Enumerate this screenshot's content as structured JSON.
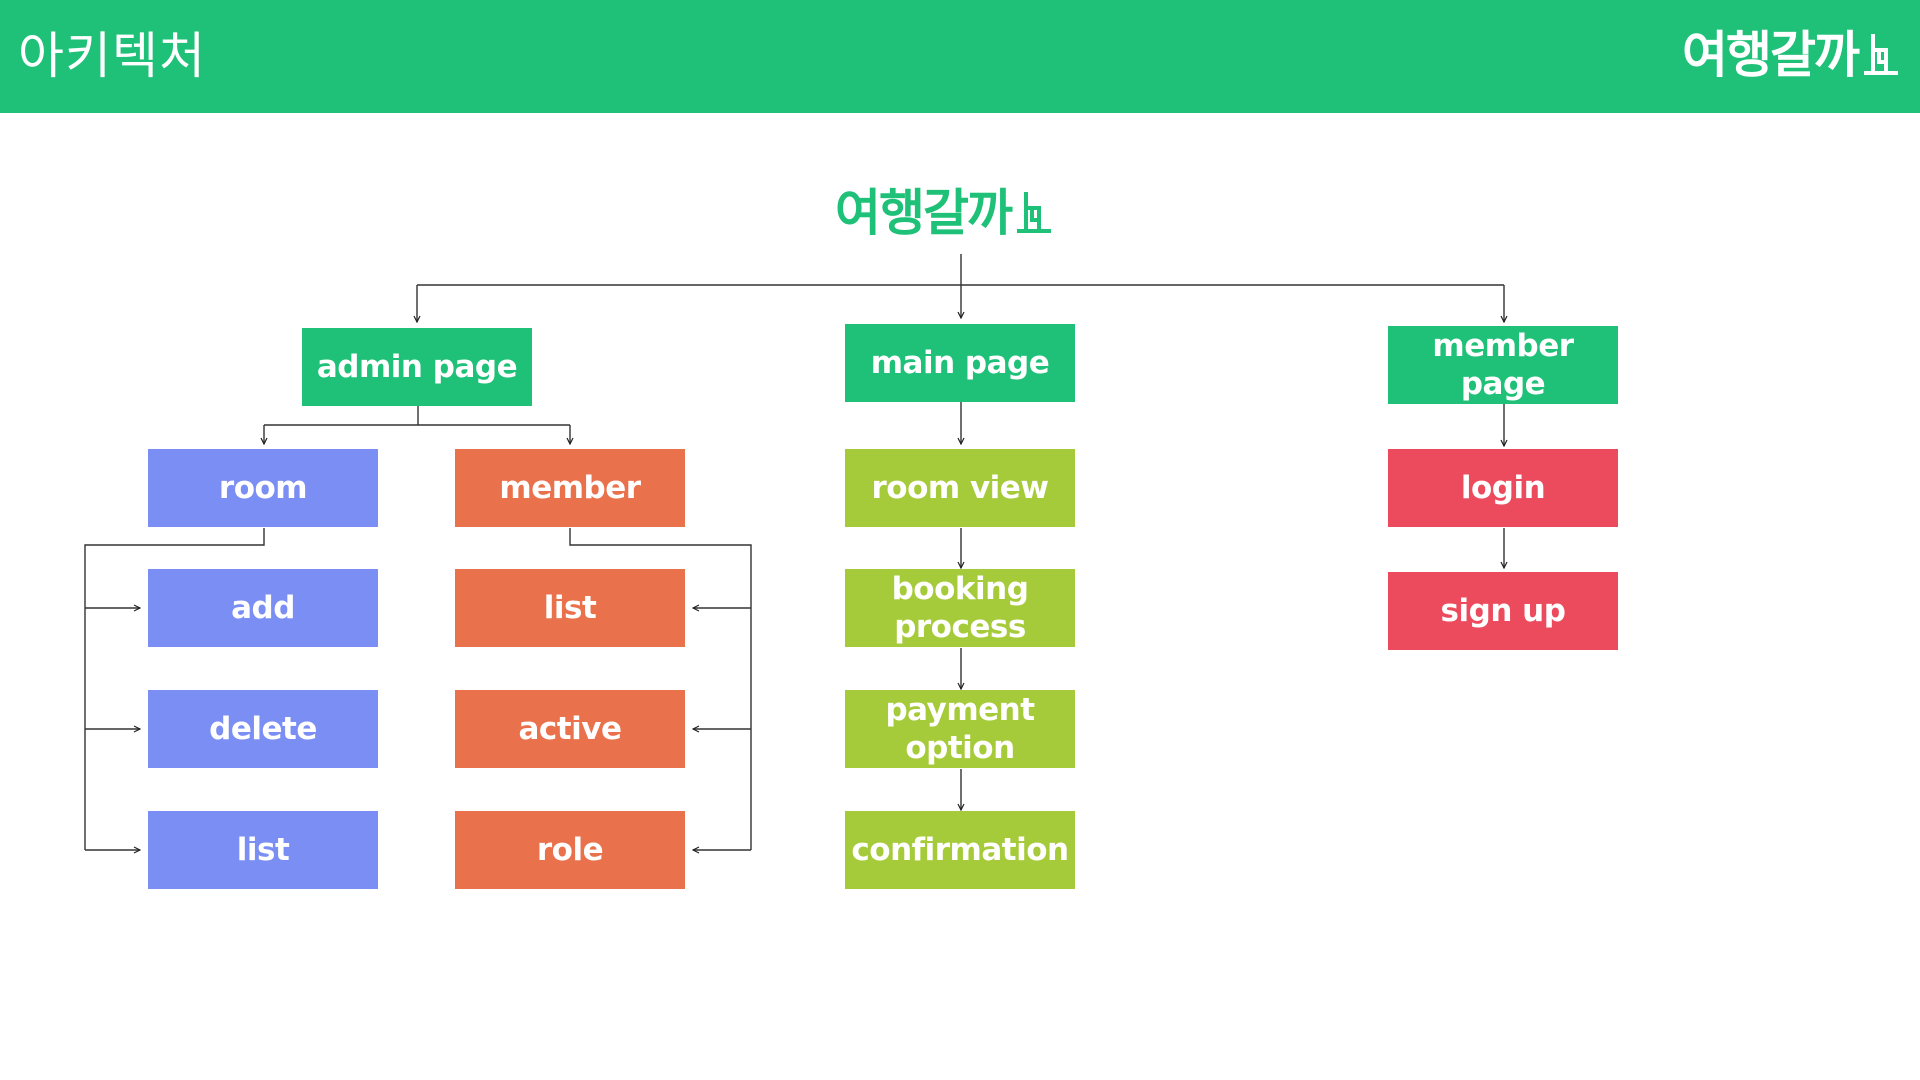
{
  "header": {
    "title": "아키텍처",
    "logo_text": "여행갈까"
  },
  "diagram": {
    "root_logo_text": "여행갈까",
    "sections": {
      "admin": {
        "label": "admin page",
        "room": {
          "label": "room",
          "children": [
            "add",
            "delete",
            "list"
          ]
        },
        "member": {
          "label": "member",
          "children": [
            "list",
            "active",
            "role"
          ]
        }
      },
      "main": {
        "label": "main page",
        "flow": [
          "room view",
          "booking process",
          "payment option",
          "confirmation"
        ]
      },
      "member": {
        "label": "member page",
        "flow": [
          "login",
          "sign up"
        ]
      }
    }
  },
  "colors": {
    "brand_green": "#1ec177",
    "room_blue": "#7b8ef3",
    "member_orange": "#e9714c",
    "flow_lime": "#a6cb3a",
    "auth_red": "#ec4b5e"
  },
  "icons": {
    "logo_icon": "ship-icon"
  }
}
